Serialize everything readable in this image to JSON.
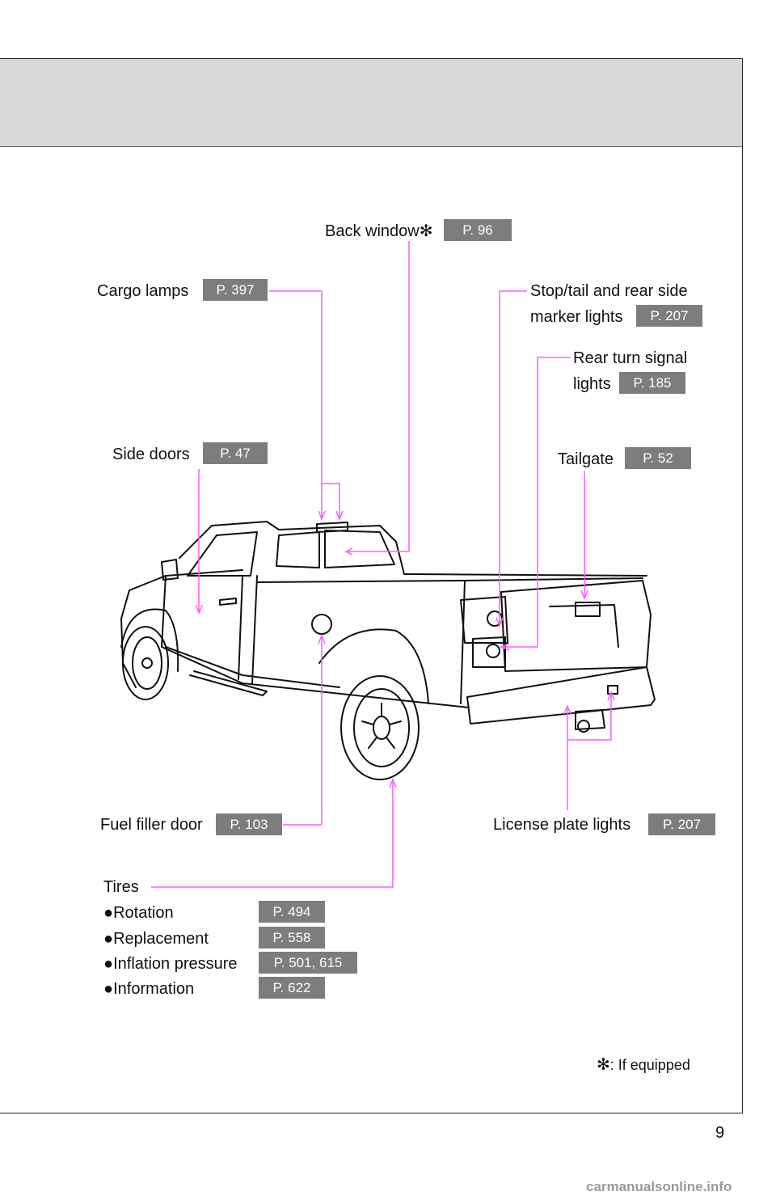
{
  "callouts": {
    "back_window": {
      "label": "Back window",
      "asterisk": "✻",
      "page": "P. 96"
    },
    "cargo_lamps": {
      "label": "Cargo lamps",
      "page": "P. 397"
    },
    "stop_tail": {
      "line1": "Stop/tail and rear side",
      "line2": "marker lights",
      "page": "P. 207"
    },
    "rear_turn": {
      "line1": "Rear turn signal",
      "line2": "lights",
      "page": "P. 185"
    },
    "side_doors": {
      "label": "Side doors",
      "page": "P. 47"
    },
    "tailgate": {
      "label": "Tailgate",
      "page": "P. 52"
    },
    "fuel_filler": {
      "label": "Fuel filler door",
      "page": "P. 103"
    },
    "license_plate": {
      "label": "License plate lights",
      "page": "P. 207"
    }
  },
  "tires": {
    "title": "Tires",
    "bullet": "●",
    "items": [
      {
        "label": "Rotation",
        "page": "P. 494"
      },
      {
        "label": "Replacement",
        "page": "P. 558"
      },
      {
        "label": "Inflation pressure",
        "page": "P. 501, 615"
      },
      {
        "label": "Information",
        "page": "P. 622"
      }
    ]
  },
  "footnote": {
    "symbol": "✻",
    "text": ": If equipped"
  },
  "page_number": "9",
  "watermark": "carmanualsonline.info",
  "colors": {
    "leader": "#ff5cff",
    "tag_bg": "#7d7d7d",
    "header_band": "#d9d9d9"
  }
}
